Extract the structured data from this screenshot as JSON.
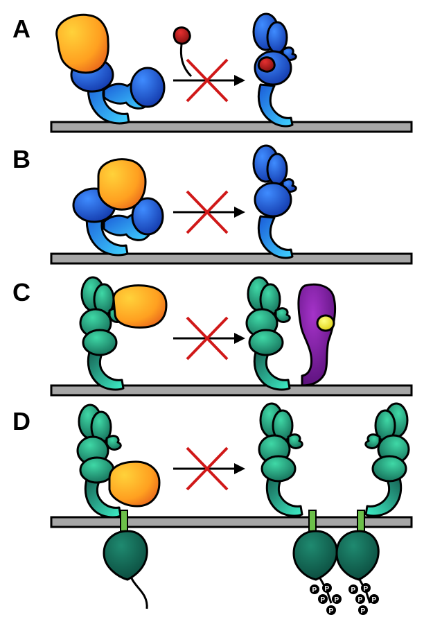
{
  "panels": [
    {
      "label": "A"
    },
    {
      "label": "B"
    },
    {
      "label": "C"
    },
    {
      "label": "D"
    }
  ],
  "phospho_label": "P",
  "colors": {
    "inhibitor_orange": "#f7931e",
    "receptor_blue": "#1446c8",
    "receptor_teal": "#1a8a6e",
    "partner_purple": "#6a0f8e",
    "ligand_red": "#b01010",
    "ligand_yellow": "#f2e600",
    "membrane_gray": "#a6a6a6",
    "block_cross_red": "#d01818",
    "transmembrane_green": "#6cc04a"
  },
  "icons": [
    "block-cross-icon",
    "reaction-arrow-icon"
  ]
}
